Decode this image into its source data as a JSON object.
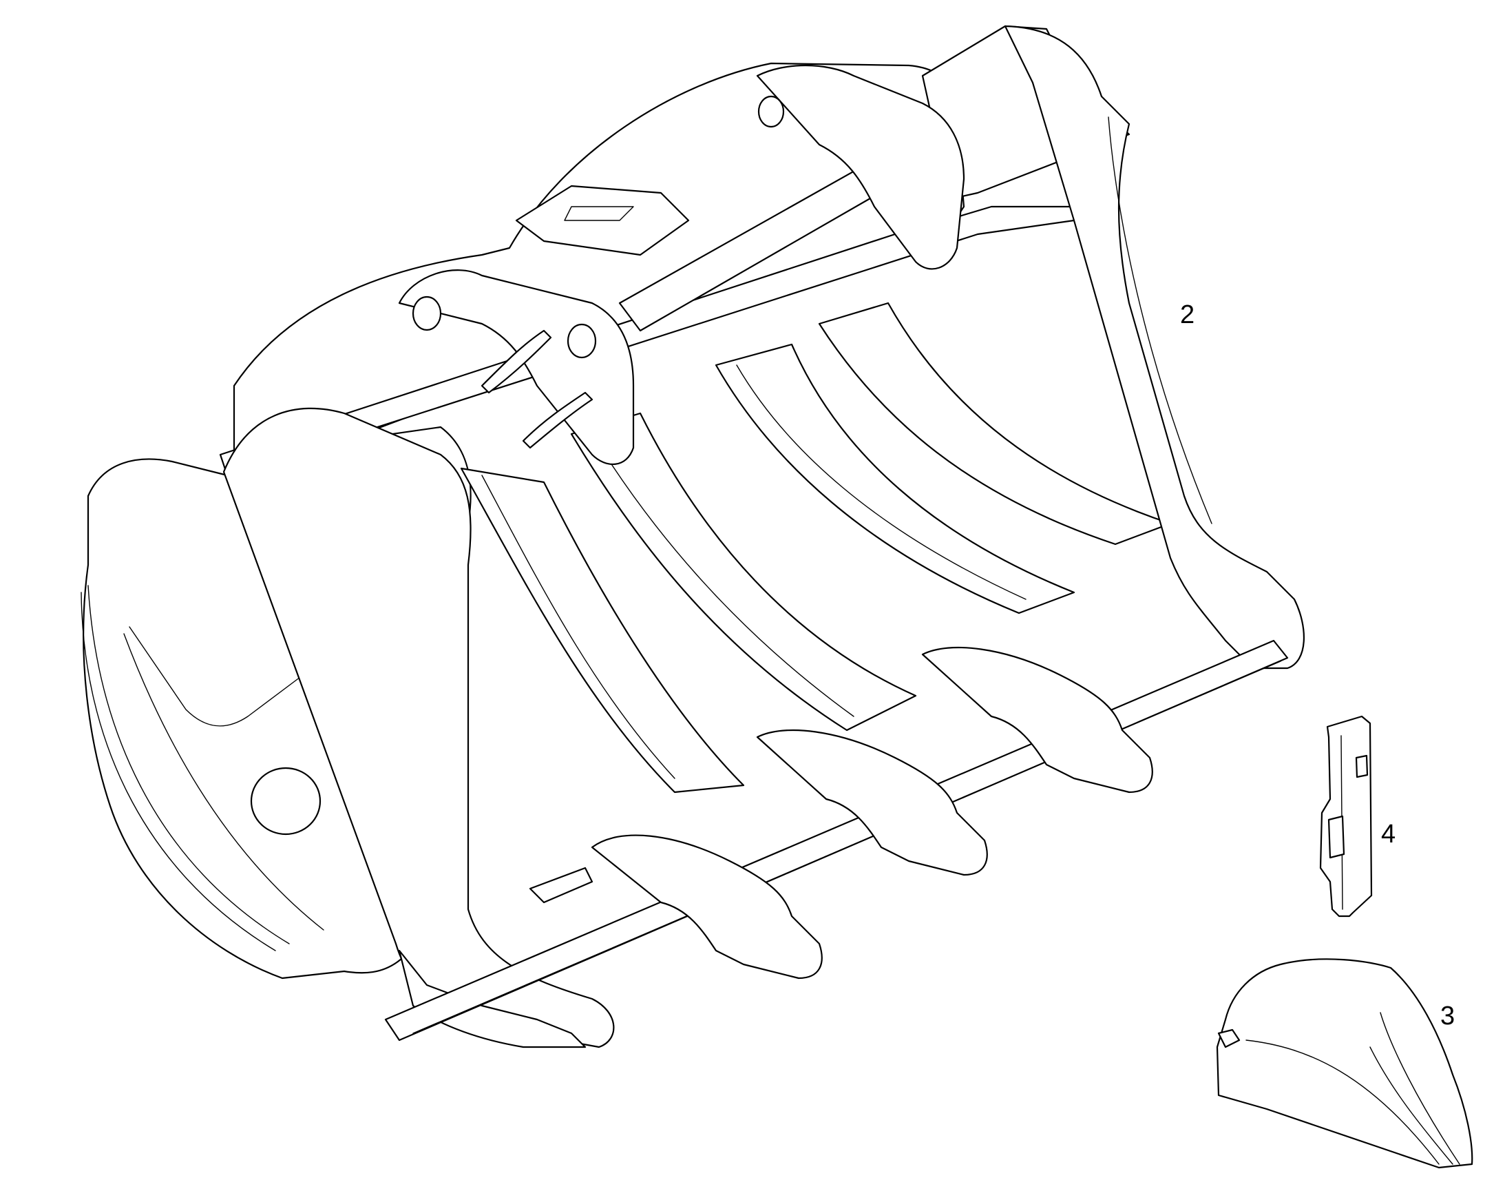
{
  "callouts": {
    "bucket": "2",
    "tooth": "3",
    "pin": "4"
  }
}
